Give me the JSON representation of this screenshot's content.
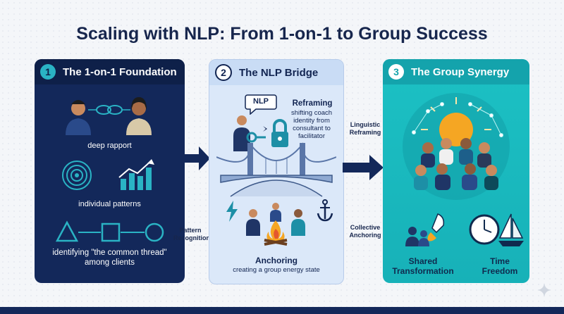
{
  "title": "Scaling with NLP: From 1-on-1 to Group Success",
  "panels": [
    {
      "number": "1",
      "heading": "The 1-on-1 Foundation",
      "labels": [
        "deep rapport",
        "individual patterns",
        "identifying \"the common thread\" among clients"
      ]
    },
    {
      "number": "2",
      "heading": "The NLP Bridge",
      "bubble": "NLP",
      "reframing_title": "Reframing",
      "reframing_desc": "shifting coach identity from consultant to facilitator",
      "anchoring_title": "Anchoring",
      "anchoring_desc": "creating a group energy state"
    },
    {
      "number": "3",
      "heading": "The Group Synergy",
      "labels": [
        "Shared Transformation",
        "Time Freedom"
      ]
    }
  ],
  "connectors": [
    "Pattern Recognition",
    "Linguistic Reframing",
    "Collective Anchoring"
  ],
  "colors": {
    "navy": "#13285a",
    "teal": "#1cc1c4",
    "light_blue": "#dbe8f9",
    "orange": "#f5a623"
  }
}
